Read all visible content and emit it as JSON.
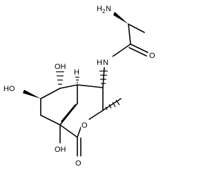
{
  "structure": {
    "atoms": {
      "amine_h": "H",
      "amine_n": "N",
      "amine_sub": "2",
      "amide_n": "N",
      "amide_h": "H",
      "amide_o": "O",
      "oh_top": "OH",
      "ring_h": "H",
      "oh_left": "HO",
      "ring_o": "O",
      "oh_bottom": "OH",
      "lactone_o": "O"
    }
  }
}
